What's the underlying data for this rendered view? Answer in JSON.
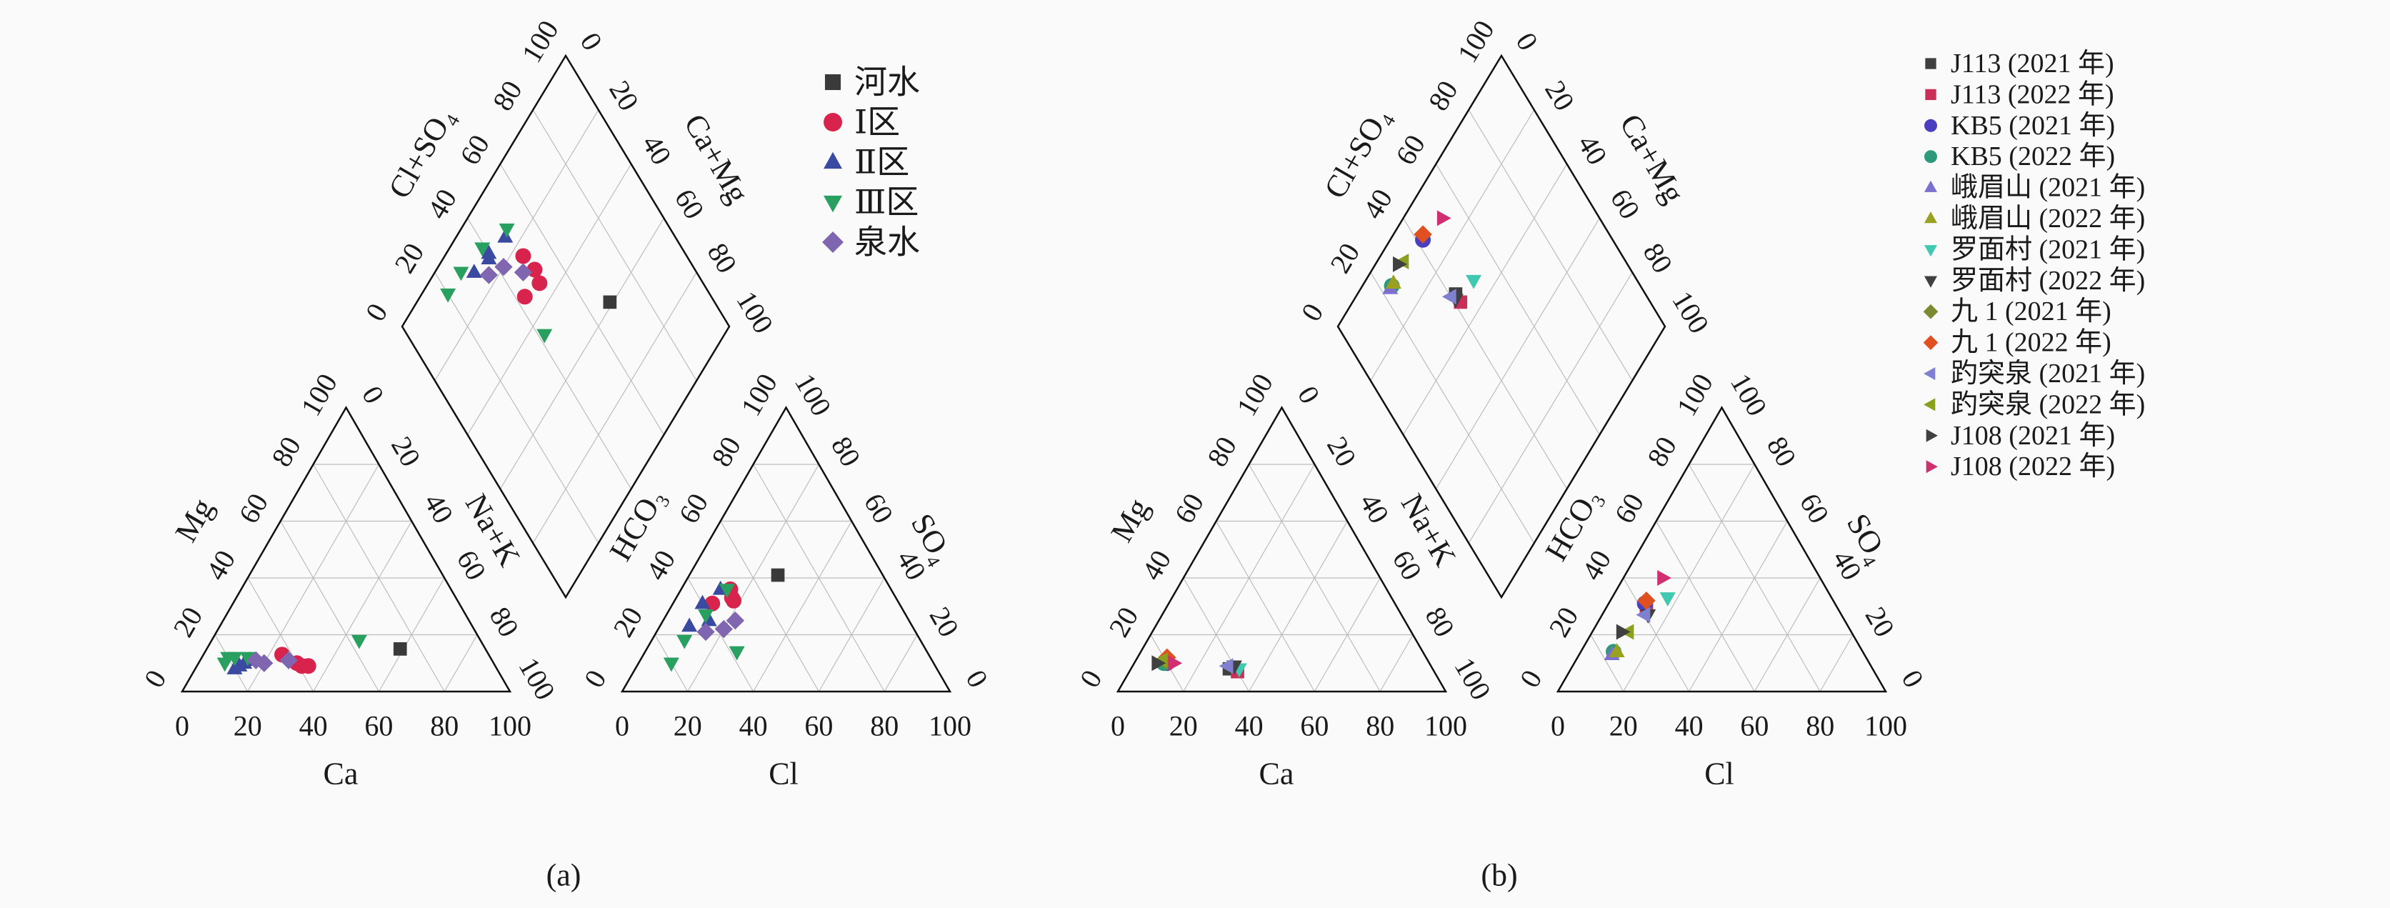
{
  "chart_data": [
    {
      "type": "scatter",
      "subtype": "piper",
      "caption": "(a)",
      "axes": {
        "cation_bottom": {
          "title": "Ca",
          "ticks": [
            "100",
            "80",
            "60",
            "40",
            "20",
            "0"
          ]
        },
        "cation_left": {
          "title": "Mg",
          "ticks": [
            "0",
            "20",
            "40",
            "60",
            "80",
            "100"
          ]
        },
        "cation_right": {
          "title": "Na+K",
          "ticks": [
            "0",
            "20",
            "40",
            "60",
            "80",
            "100"
          ]
        },
        "anion_bottom": {
          "title": "Cl",
          "ticks": [
            "0",
            "20",
            "40",
            "60",
            "80",
            "100"
          ]
        },
        "anion_left": {
          "title": "HCO₃",
          "ticks": [
            "100",
            "80",
            "60",
            "40",
            "20",
            "0"
          ]
        },
        "anion_right": {
          "title": "SO₄",
          "ticks": [
            "0",
            "20",
            "40",
            "60",
            "80",
            "100"
          ]
        },
        "diamond_left": {
          "title": "Cl+SO₄",
          "ticks": [
            "0",
            "20",
            "40",
            "60",
            "80",
            "100"
          ]
        },
        "diamond_right": {
          "title": "Ca+Mg",
          "ticks": [
            "0",
            "20",
            "40",
            "60",
            "80",
            "100"
          ]
        }
      },
      "legend_position": "top-right",
      "series": [
        {
          "name": "河水",
          "color": "#3a3a3a",
          "marker": "square",
          "points": [
            {
              "Ca": 26,
              "Mg": 15,
              "Cl": 27,
              "SO4": 41
            }
          ]
        },
        {
          "name": "Ⅰ区",
          "color": "#d8244c",
          "marker": "circle",
          "points": [
            {
              "Ca": 63,
              "Mg": 13,
              "Cl": 17,
              "SO4": 33
            },
            {
              "Ca": 59,
              "Mg": 9,
              "Cl": 12,
              "SO4": 31
            },
            {
              "Ca": 57,
              "Mg": 9,
              "Cl": 18,
              "SO4": 32
            },
            {
              "Ca": 60,
              "Mg": 10,
              "Cl": 15,
              "SO4": 36
            }
          ]
        },
        {
          "name": "Ⅱ区",
          "color": "#3a4aa0",
          "marker": "triangle-up",
          "points": [
            {
              "Ca": 78,
              "Mg": 9,
              "Cl": 9,
              "SO4": 31
            },
            {
              "Ca": 80,
              "Mg": 8,
              "Cl": 9,
              "SO4": 23
            },
            {
              "Ca": 76,
              "Mg": 10,
              "Cl": 14,
              "SO4": 25
            },
            {
              "Ca": 74,
              "Mg": 11,
              "Cl": 12,
              "SO4": 36
            }
          ]
        },
        {
          "name": "Ⅲ区",
          "color": "#2aa060",
          "marker": "triangle-down",
          "points": [
            {
              "Ca": 37,
              "Mg": 18,
              "Cl": 28,
              "SO4": 14
            },
            {
              "Ca": 82,
              "Mg": 10,
              "Cl": 10,
              "SO4": 10
            },
            {
              "Ca": 80,
              "Mg": 12,
              "Cl": 10,
              "SO4": 18
            },
            {
              "Ca": 78,
              "Mg": 12,
              "Cl": 12,
              "SO4": 27
            },
            {
              "Ca": 74,
              "Mg": 12,
              "Cl": 14,
              "SO4": 36
            }
          ]
        },
        {
          "name": "泉水",
          "color": "#8066b0",
          "marker": "diamond",
          "points": [
            {
              "Ca": 72,
              "Mg": 11,
              "Cl": 15,
              "SO4": 21
            },
            {
              "Ca": 70,
              "Mg": 10,
              "Cl": 20,
              "SO4": 22
            },
            {
              "Ca": 62,
              "Mg": 11,
              "Cl": 22,
              "SO4": 25
            }
          ]
        }
      ]
    },
    {
      "type": "scatter",
      "subtype": "piper",
      "caption": "(b)",
      "axes": {
        "cation_bottom": {
          "title": "Ca",
          "ticks": [
            "100",
            "80",
            "60",
            "40",
            "20",
            "0"
          ]
        },
        "cation_left": {
          "title": "Mg",
          "ticks": [
            "0",
            "20",
            "40",
            "60",
            "80",
            "100"
          ]
        },
        "cation_right": {
          "title": "Na+K",
          "ticks": [
            "0",
            "20",
            "40",
            "60",
            "80",
            "100"
          ]
        },
        "anion_bottom": {
          "title": "Cl",
          "ticks": [
            "0",
            "20",
            "40",
            "60",
            "80",
            "100"
          ]
        },
        "anion_left": {
          "title": "HCO₃",
          "ticks": [
            "100",
            "80",
            "60",
            "40",
            "20",
            "0"
          ]
        },
        "anion_right": {
          "title": "SO₄",
          "ticks": [
            "0",
            "20",
            "40",
            "60",
            "80",
            "100"
          ]
        },
        "diamond_left": {
          "title": "Cl+SO₄",
          "ticks": [
            "0",
            "20",
            "40",
            "60",
            "80",
            "100"
          ]
        },
        "diamond_right": {
          "title": "Ca+Mg",
          "ticks": [
            "0",
            "20",
            "40",
            "60",
            "80",
            "100"
          ]
        }
      },
      "legend_position": "right",
      "series": [
        {
          "name": "J113 (2021 年)",
          "color": "#404040",
          "marker": "square",
          "points": [
            {
              "Ca": 62,
              "Mg": 8,
              "Cl": 12,
              "SO4": 30
            }
          ]
        },
        {
          "name": "J113 (2022 年)",
          "color": "#c8305a",
          "marker": "square",
          "points": [
            {
              "Ca": 60,
              "Mg": 7,
              "Cl": 12,
              "SO4": 30
            }
          ]
        },
        {
          "name": "KB5 (2021 年)",
          "color": "#4b3fc0",
          "marker": "circle",
          "points": [
            {
              "Ca": 80,
              "Mg": 10,
              "Cl": 11,
              "SO4": 31
            }
          ]
        },
        {
          "name": "KB5 (2022 年)",
          "color": "#2f9a7a",
          "marker": "circle",
          "points": [
            {
              "Ca": 81,
              "Mg": 10,
              "Cl": 10,
              "SO4": 14
            }
          ]
        },
        {
          "name": "峨眉山 (2021 年)",
          "color": "#7b6fd0",
          "marker": "triangle-up",
          "points": [
            {
              "Ca": 79,
              "Mg": 12,
              "Cl": 10,
              "SO4": 13
            }
          ]
        },
        {
          "name": "峨眉山 (2022 年)",
          "color": "#9aa020",
          "marker": "triangle-up",
          "points": [
            {
              "Ca": 80,
              "Mg": 11,
              "Cl": 11,
              "SO4": 14
            }
          ]
        },
        {
          "name": "罗面村 (2021 年)",
          "color": "#40c8b0",
          "marker": "triangle-down",
          "points": [
            {
              "Ca": 59,
              "Mg": 8,
              "Cl": 17,
              "SO4": 33
            }
          ]
        },
        {
          "name": "罗面村 (2022 年)",
          "color": "#404040",
          "marker": "triangle-down",
          "points": [
            {
              "Ca": 60,
              "Mg": 9,
              "Cl": 14,
              "SO4": 27
            }
          ]
        },
        {
          "name": "九 1 (2021 年)",
          "color": "#7a8a30",
          "marker": "diamond",
          "points": [
            {
              "Ca": 80,
              "Mg": 11,
              "Cl": 11,
              "SO4": 32
            }
          ]
        },
        {
          "name": "九 1 (2022 年)",
          "color": "#e05020",
          "marker": "diamond",
          "points": [
            {
              "Ca": 79,
              "Mg": 12,
              "Cl": 11,
              "SO4": 32
            }
          ]
        },
        {
          "name": "趵突泉 (2021 年)",
          "color": "#8080d0",
          "marker": "triangle-left",
          "points": [
            {
              "Ca": 62,
              "Mg": 9,
              "Cl": 13,
              "SO4": 27
            }
          ]
        },
        {
          "name": "趵突泉 (2022 年)",
          "color": "#8aa020",
          "marker": "triangle-left",
          "points": [
            {
              "Ca": 81,
              "Mg": 11,
              "Cl": 11,
              "SO4": 21
            }
          ]
        },
        {
          "name": "J108 (2021 年)",
          "color": "#404040",
          "marker": "triangle-right",
          "points": [
            {
              "Ca": 83,
              "Mg": 10,
              "Cl": 9,
              "SO4": 21
            }
          ]
        },
        {
          "name": "J108 (2022 年)",
          "color": "#d03070",
          "marker": "triangle-right",
          "points": [
            {
              "Ca": 78,
              "Mg": 10,
              "Cl": 12,
              "SO4": 40
            }
          ]
        }
      ]
    }
  ]
}
